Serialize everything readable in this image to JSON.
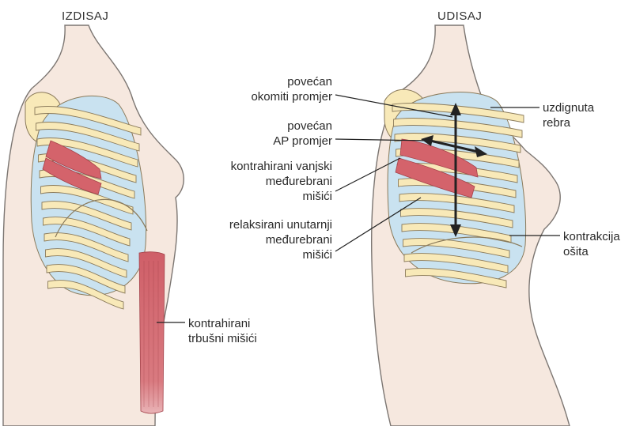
{
  "titles": {
    "left": "IZDISAJ",
    "right": "UDISAJ"
  },
  "labels": {
    "vertical_1": "povećan",
    "vertical_2": "okomiti promjer",
    "ap_1": "povećan",
    "ap_2": "AP promjer",
    "ext_1": "kontrahirani vanjski",
    "ext_2": "međurebrani",
    "ext_3": "mišići",
    "int_1": "relaksirani unutarnji",
    "int_2": "međurebrani",
    "int_3": "mišići",
    "ribs_1": "uzdignuta",
    "ribs_2": "rebra",
    "diaph_1": "kontrakcija",
    "diaph_2": "ošita",
    "abd_1": "kontrahirani",
    "abd_2": "trbušni mišići"
  },
  "colors": {
    "skin": "#f6e8df",
    "outline": "#7c7672",
    "rib_fill": "#f8e9b8",
    "intercostal": "#c9e2f0",
    "muscle": "#d4636b",
    "leader": "#222222"
  }
}
